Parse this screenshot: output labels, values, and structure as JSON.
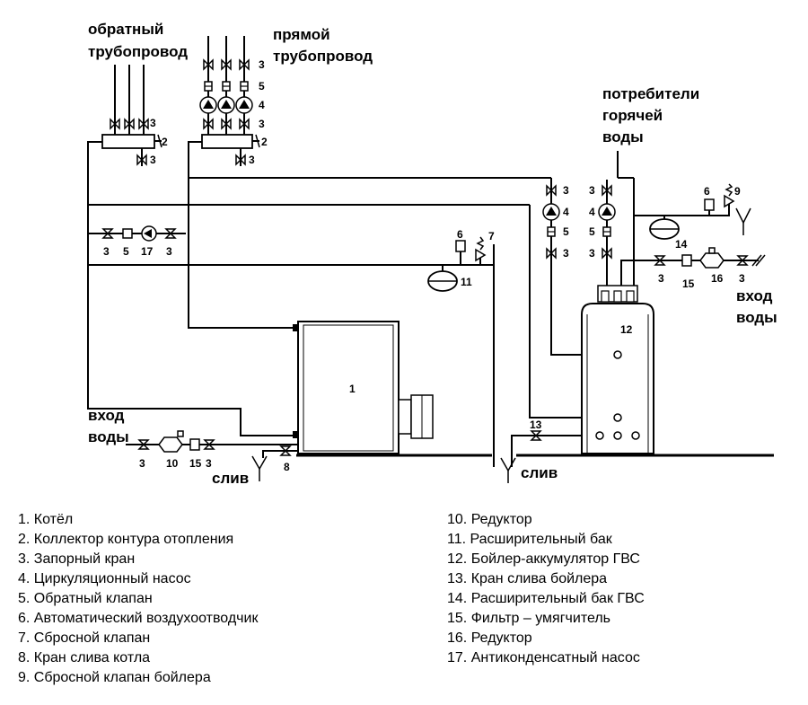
{
  "labels": {
    "return_pipeline": [
      "обратный",
      "трубопровод"
    ],
    "supply_pipeline": [
      "прямой",
      "трубопровод"
    ],
    "hot_water_consumers": [
      "потребители",
      "горячей",
      "воды"
    ],
    "water_inlet_right": [
      "вход",
      "воды"
    ],
    "water_inlet_left": [
      "вход",
      "воды"
    ],
    "drain_left": "слив",
    "drain_center": "слив"
  },
  "numbers": {
    "boiler": "1",
    "collector": "2",
    "valve": "3",
    "pump": "4",
    "check_valve": "5",
    "air_vent": "6",
    "relief_valve": "7",
    "boiler_drain": "8",
    "boiler_relief": "9",
    "reducer": "10",
    "expansion_tank": "11",
    "dhw_tank": "12",
    "dhw_drain": "13",
    "dhw_expansion": "14",
    "filter": "15",
    "reducer2": "16",
    "anticondensate_pump": "17"
  },
  "legend": {
    "left": [
      "1. Котёл",
      "2. Коллектор контура отопления",
      "3. Запорный кран",
      "4. Циркуляционный насос",
      "5. Обратный клапан",
      "6. Автоматический воздухоотводчик",
      "7. Сбросной клапан",
      "8. Кран слива котла",
      "9. Сбросной клапан бойлера"
    ],
    "right": [
      "10. Редуктор",
      "11. Расширительный бак",
      "12. Бойлер-аккумулятор ГВС",
      "13. Кран слива бойлера",
      "14. Расширительный бак ГВС",
      "15. Фильтр – умягчитель",
      "16. Редуктор",
      "17. Антиконденсатный насос"
    ]
  }
}
